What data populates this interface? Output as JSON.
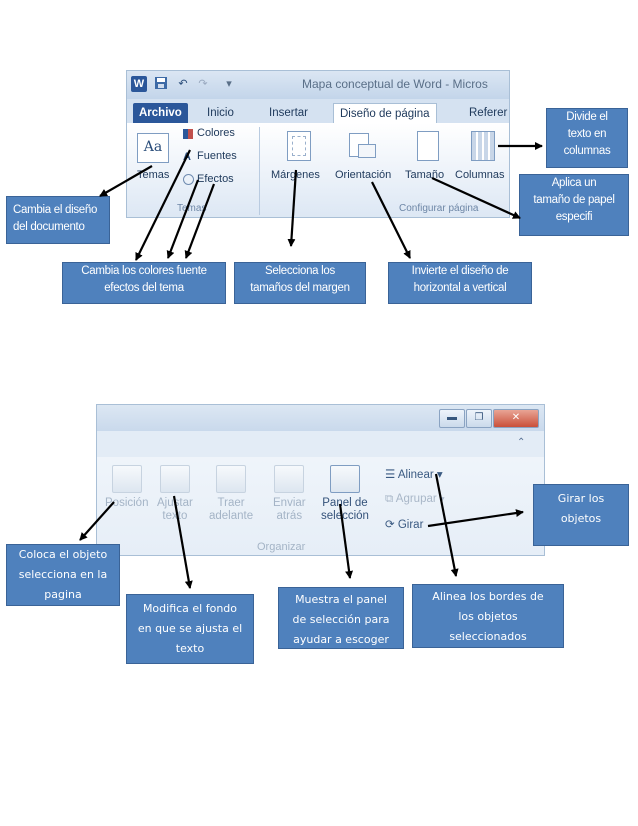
{
  "ribbon_top": {
    "title": "Mapa conceptual de Word - Micros",
    "tabs": [
      "Archivo",
      "Inicio",
      "Insertar",
      "Diseño de página",
      "Referer"
    ],
    "active_tab": "Diseño de página",
    "temas_group": {
      "temas_label": "Temas",
      "colores_label": "Colores",
      "fuentes_label": "Fuentes",
      "efectos_label": "Efectos",
      "group_label": "Temas"
    },
    "configurar_group": {
      "margenes_label": "Márgenes",
      "orientacion_label": "Orientación",
      "tamano_label": "Tamaño",
      "columnas_label": "Columnas",
      "group_label": "Configurar página"
    }
  },
  "ribbon_bottom": {
    "buttons": {
      "posicion": "Posición",
      "ajustar_1": "Ajustar",
      "ajustar_2": "texto",
      "traer_1": "Traer",
      "traer_2": "adelante",
      "enviar_1": "Enviar",
      "enviar_2": "atrás",
      "panel_1": "Panel de",
      "panel_2": "selección"
    },
    "alinear_label": "Alinear",
    "agrupar_label": "Agrupar",
    "girar_label": "Girar",
    "group_label": "Organizar"
  },
  "callouts": {
    "divide": [
      "Divide el",
      "texto en",
      "columnas"
    ],
    "aplica": [
      "Aplica un",
      "tamaño de papel",
      "especifi"
    ],
    "cambia_diseno": [
      "Cambia el diseño",
      "del documento"
    ],
    "cambia_colores": [
      "Cambia los colores  fuente",
      "efectos del tema"
    ],
    "selecciona": [
      "Selecciona los",
      "tamaños del margen"
    ],
    "invierte": [
      "Invierte  el diseño de",
      "horizontal a vertical"
    ],
    "girar": [
      "Girar los",
      "objetos"
    ],
    "coloca": [
      "Coloca el objeto",
      "selecciona en la",
      "pagina"
    ],
    "modifica": [
      "Modifica el fondo",
      "en que se ajusta el",
      "texto"
    ],
    "muestra": [
      "Muestra el panel",
      "de selección para",
      "ayudar a escoger"
    ],
    "alinea": [
      "Alinea los bordes de",
      "los objetos",
      "seleccionados"
    ]
  },
  "colors": {
    "callout_fill": "#4f81bd",
    "callout_border": "#3a6397",
    "ribbon_blue": "#dfe9f5",
    "file_tab": "#2b579a"
  },
  "icons": [
    "word-app-icon",
    "save-icon",
    "undo-icon",
    "redo-icon",
    "themes-icon",
    "colors-icon",
    "fonts-icon",
    "effects-icon",
    "margins-icon",
    "orientation-icon",
    "size-icon",
    "columns-icon",
    "minimize-icon",
    "maximize-icon",
    "close-icon",
    "position-icon",
    "wrap-text-icon",
    "bring-forward-icon",
    "send-backward-icon",
    "selection-pane-icon",
    "align-icon",
    "group-icon",
    "rotate-icon"
  ]
}
